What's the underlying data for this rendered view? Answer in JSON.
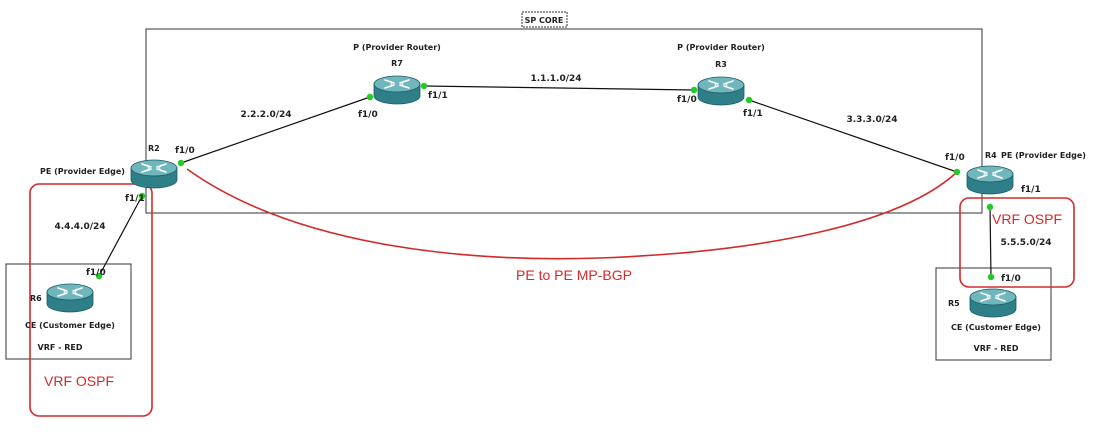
{
  "title_box": "SP CORE",
  "routers": {
    "r7": {
      "name": "R7",
      "role": "P (Provider Router)"
    },
    "r3": {
      "name": "R3",
      "role": "P (Provider Router)"
    },
    "r2": {
      "name": "R2",
      "role": "PE (Provider Edge)"
    },
    "r4": {
      "name": "R4",
      "role": "PE (Provider Edge)"
    },
    "r6": {
      "name": "R6",
      "role": "CE (Customer Edge)",
      "vrf": "VRF - RED"
    },
    "r5": {
      "name": "R5",
      "role": "CE (Customer Edge)",
      "vrf": "VRF - RED"
    }
  },
  "links": {
    "r2_r7": {
      "subnet": "2.2.2.0/24",
      "if_a": "f1/0",
      "if_b": "f1/0"
    },
    "r7_r3": {
      "subnet": "1.1.1.0/24",
      "if_a": "f1/1",
      "if_b": "f1/0"
    },
    "r3_r4": {
      "subnet": "3.3.3.0/24",
      "if_a": "f1/1",
      "if_b": "f1/0"
    },
    "r2_r6": {
      "subnet": "4.4.4.0/24",
      "if_a": "f1/1",
      "if_b": "f1/0"
    },
    "r4_r5": {
      "subnet": "5.5.5.0/24",
      "if_a": "f1/1",
      "if_b": "f1/0"
    }
  },
  "annotations": {
    "mpbgp": "PE to PE MP-BGP",
    "vrf_ospf_left": "VRF OSPF",
    "vrf_ospf_right": "VRF OSPF"
  },
  "colors": {
    "router_top": "#6fb6bd",
    "router_side": "#2f7f88",
    "link": "#111111",
    "port": "#22cc22",
    "annotation": "#d42a2a"
  }
}
